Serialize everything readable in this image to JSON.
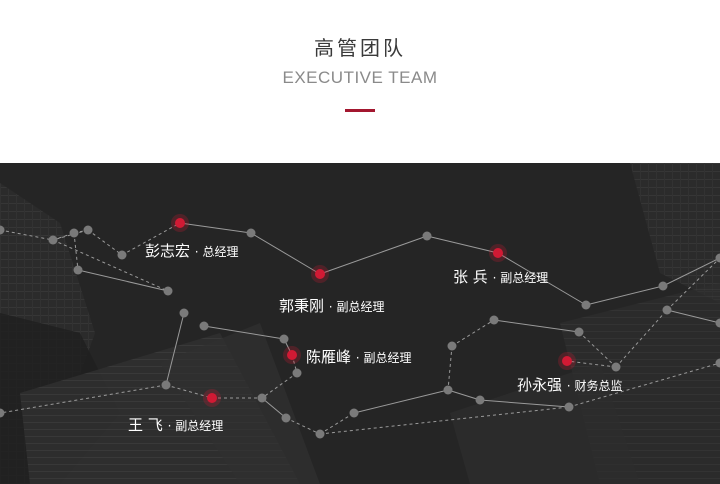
{
  "header": {
    "title_cn": "高管团队",
    "title_en": "EXECUTIVE TEAM"
  },
  "colors": {
    "accent": "#a3172f",
    "node_highlight": "#d11a34",
    "node_gray": "#7a7a7a",
    "background": "#262626"
  },
  "team": [
    {
      "name": "彭志宏",
      "role": "总经理"
    },
    {
      "name": "郭秉刚",
      "role": "副总经理"
    },
    {
      "name": "张 兵",
      "role": "副总经理"
    },
    {
      "name": "陈雁峰",
      "role": "副总经理"
    },
    {
      "name": "孙永强",
      "role": "财务总监"
    },
    {
      "name": "王 飞",
      "role": "副总经理"
    }
  ]
}
